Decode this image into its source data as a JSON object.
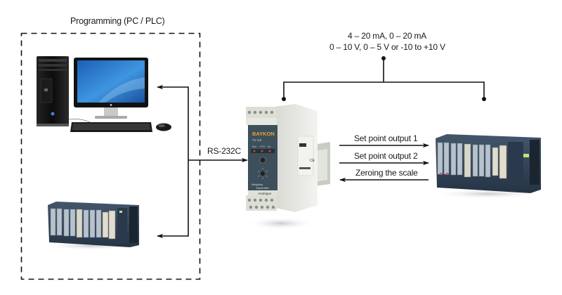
{
  "diagram": {
    "programming_group": {
      "title": "Programming (PC / PLC)",
      "members": [
        "desktop-pc",
        "plc-rack"
      ]
    },
    "signal_output_label": {
      "line1": "4 – 20 mA,  0 – 20 mA",
      "line2": "0 – 10 V, 0 – 5 V or  -10 to +10 V"
    },
    "connections": {
      "serial_label": "RS-232C",
      "set_point_1": "Set point output 1",
      "set_point_2": "Set point output 2",
      "zeroing": "Zeroing the scale"
    },
    "transmitter": {
      "brand": "BAYKON",
      "model": "TV 1/2",
      "leds": [
        "Run",
        "VTG",
        "Err"
      ],
      "caption_line1": "Weighing",
      "caption_line2": "Transmitter",
      "footer": "Analogue",
      "side_mark": "CE"
    },
    "colors": {
      "line": "#111111",
      "transmitter_face": "#3c4f5a",
      "brand_text": "#e8a33a",
      "led": "#e23b2e",
      "plc_body": "#33465c",
      "monitor_screen": "#2f7fd0"
    }
  }
}
